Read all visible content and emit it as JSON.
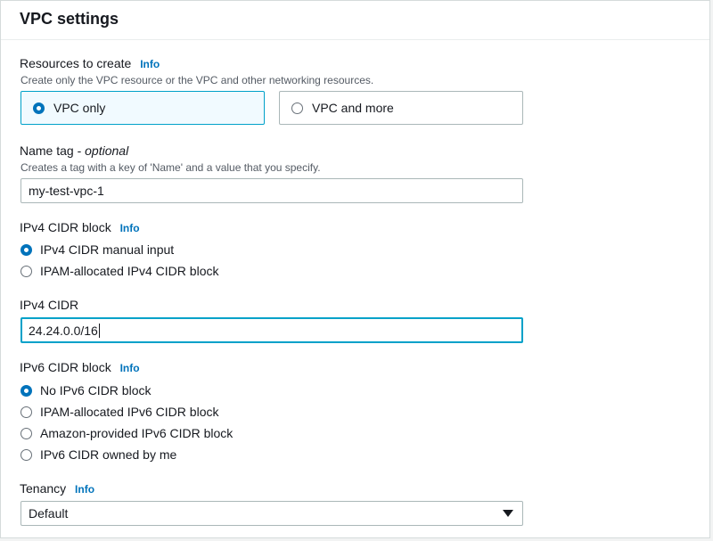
{
  "header": {
    "title": "VPC settings"
  },
  "resources": {
    "label": "Resources to create",
    "info": "Info",
    "description": "Create only the VPC resource or the VPC and other networking resources.",
    "options": [
      {
        "label": "VPC only",
        "selected": true
      },
      {
        "label": "VPC and more",
        "selected": false
      }
    ]
  },
  "name_tag": {
    "label": "Name tag - ",
    "optional": "optional",
    "description": "Creates a tag with a key of 'Name' and a value that you specify.",
    "value": "my-test-vpc-1"
  },
  "ipv4_block": {
    "label": "IPv4 CIDR block",
    "info": "Info",
    "options": [
      {
        "label": "IPv4 CIDR manual input",
        "selected": true
      },
      {
        "label": "IPAM-allocated IPv4 CIDR block",
        "selected": false
      }
    ]
  },
  "ipv4_cidr": {
    "label": "IPv4 CIDR",
    "value": "24.24.0.0/16"
  },
  "ipv6_block": {
    "label": "IPv6 CIDR block",
    "info": "Info",
    "options": [
      {
        "label": "No IPv6 CIDR block",
        "selected": true
      },
      {
        "label": "IPAM-allocated IPv6 CIDR block",
        "selected": false
      },
      {
        "label": "Amazon-provided IPv6 CIDR block",
        "selected": false
      },
      {
        "label": "IPv6 CIDR owned by me",
        "selected": false
      }
    ]
  },
  "tenancy": {
    "label": "Tenancy",
    "info": "Info",
    "selected": "Default"
  },
  "colors": {
    "accent": "#0073bb",
    "focus": "#00a1c9",
    "selected_tile_bg": "#f1faff"
  }
}
